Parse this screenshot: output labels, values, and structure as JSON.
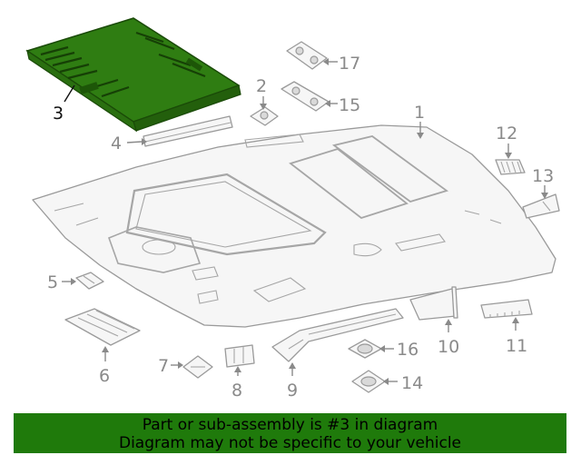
{
  "colors": {
    "highlight_green": "#2f7d12",
    "banner_green": "#1f7a0b",
    "part_gray": "#9a9a9a"
  },
  "callouts": {
    "c1": "1",
    "c2": "2",
    "c3": "3",
    "c4": "4",
    "c5": "5",
    "c6": "6",
    "c7": "7",
    "c8": "8",
    "c9": "9",
    "c10": "10",
    "c11": "11",
    "c12": "12",
    "c13": "13",
    "c14": "14",
    "c15": "15",
    "c16": "16",
    "c17": "17"
  },
  "highlighted_part": "3",
  "banner": {
    "line1": "Part or sub-assembly is #3 in diagram",
    "line2": "Diagram may not be specific to your vehicle"
  }
}
